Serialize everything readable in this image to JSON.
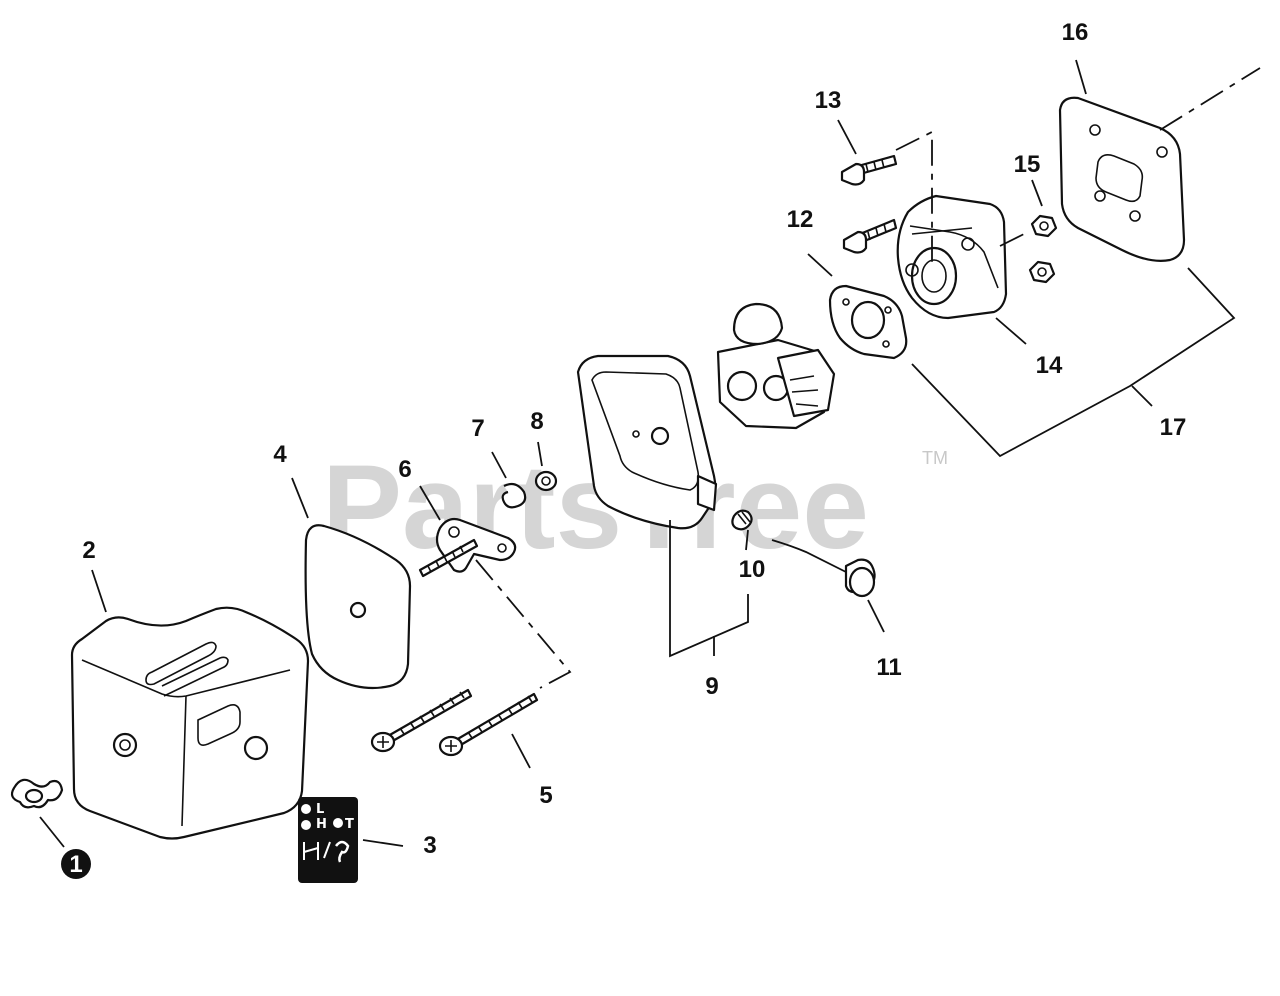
{
  "watermark": {
    "brand": "PartsTree",
    "trademark": "TM"
  },
  "callouts": [
    {
      "id": "1",
      "circled": true
    },
    {
      "id": "2"
    },
    {
      "id": "3"
    },
    {
      "id": "4"
    },
    {
      "id": "5"
    },
    {
      "id": "6"
    },
    {
      "id": "7"
    },
    {
      "id": "8"
    },
    {
      "id": "9"
    },
    {
      "id": "10"
    },
    {
      "id": "11"
    },
    {
      "id": "12"
    },
    {
      "id": "13"
    },
    {
      "id": "14"
    },
    {
      "id": "15"
    },
    {
      "id": "16"
    },
    {
      "id": "17"
    }
  ],
  "decal": {
    "l": "L",
    "h": "H",
    "t": "T"
  }
}
